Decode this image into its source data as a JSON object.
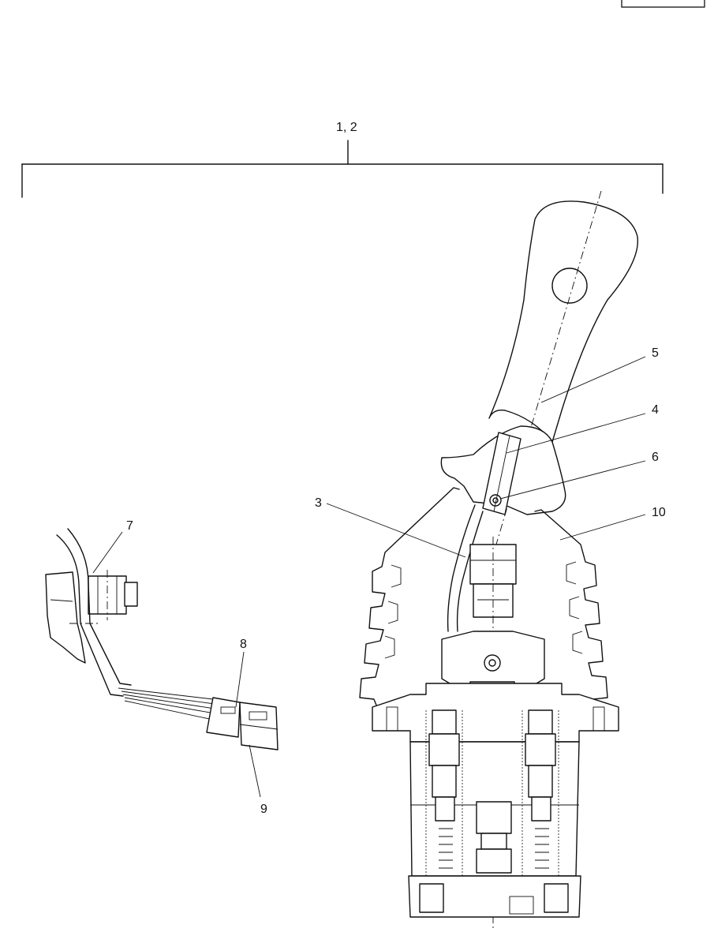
{
  "figure": {
    "group_callout": "1, 2",
    "callouts": {
      "c3": "3",
      "c4": "4",
      "c5": "5",
      "c6": "6",
      "c7": "7",
      "c8": "8",
      "c9": "9",
      "c10": "10"
    }
  }
}
